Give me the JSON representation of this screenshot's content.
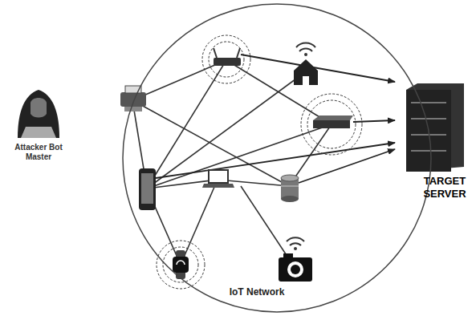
{
  "diagram": {
    "nodes": [
      {
        "text": [
          "Attacker Bot Master"
        ]
      },
      {
        "text": [
          "IoT Network"
        ]
      },
      {
        "text": [
          "TARGET SERVER"
        ]
      }
    ]
  }
}
